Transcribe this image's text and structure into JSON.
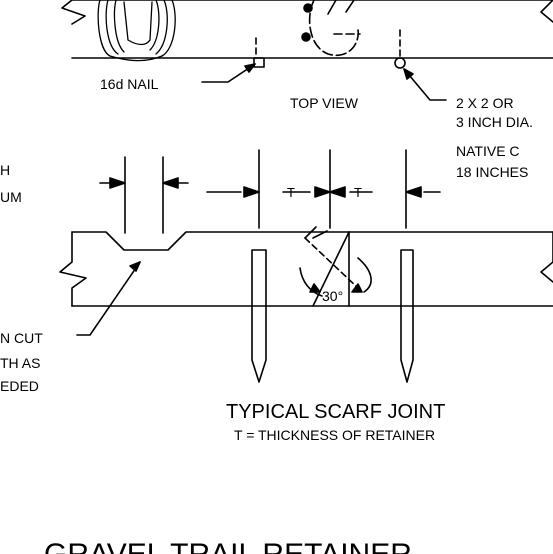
{
  "labels": {
    "nail": "16d NAIL",
    "top_view": "TOP VIEW",
    "stake_line1": "2 X 2 OR",
    "stake_line2": "3 INCH DIA.",
    "stake_line3": "NATIVE C",
    "stake_line4": "18 INCHES",
    "left_top_1": "H",
    "left_top_2": "UM",
    "left_bottom_1": "N CUT",
    "left_bottom_2": "TH AS",
    "left_bottom_3": "EDED",
    "angle": "30°",
    "t_left": "T",
    "t_right": "T",
    "scarf_title": "TYPICAL SCARF JOINT",
    "scarf_subtitle": "T = THICKNESS OF RETAINER",
    "sheet_title": "GRAVEL TRAIL RETAINER"
  }
}
